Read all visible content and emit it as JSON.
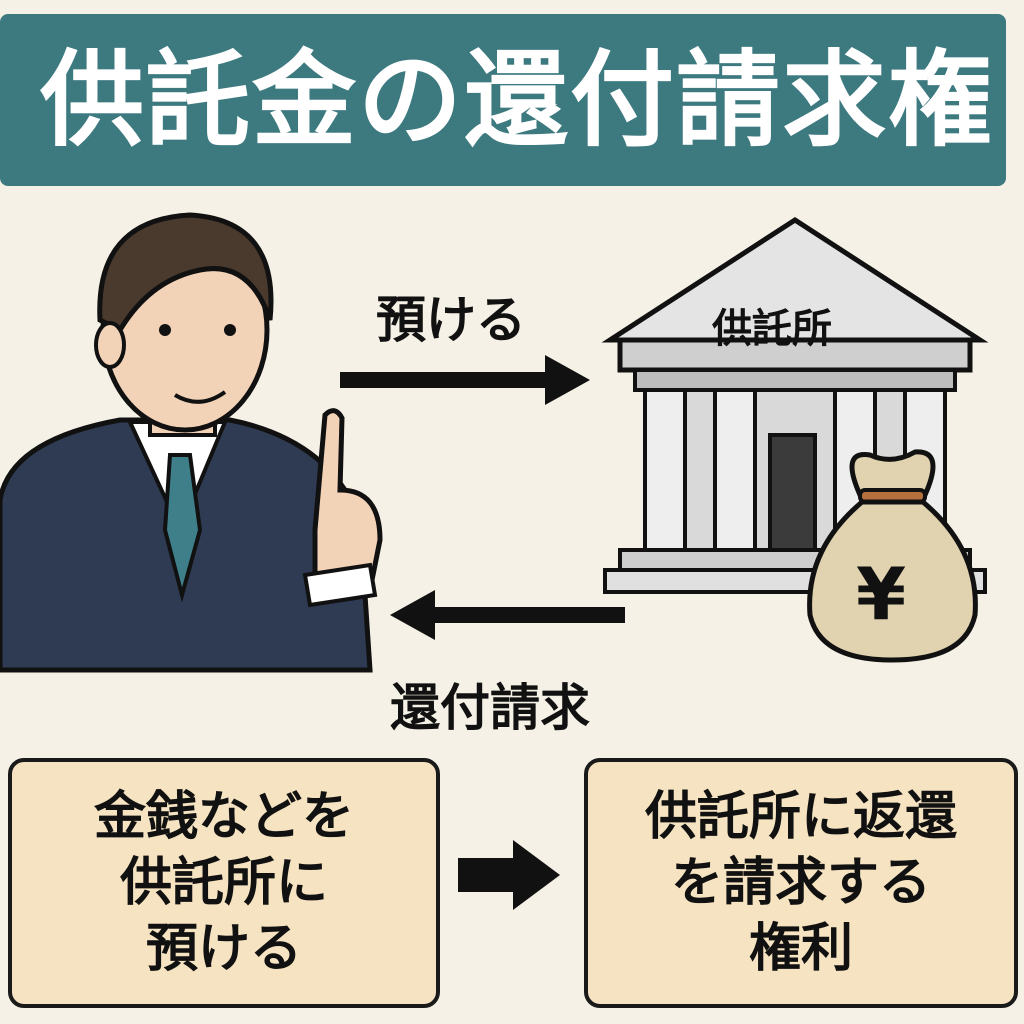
{
  "title": "供託金の還付請求権",
  "arrow_top_label": "預ける",
  "arrow_bottom_label": "還付請求",
  "bank_sign": "供託所",
  "money_bag_symbol": "¥",
  "box_left": {
    "lines": [
      "金銭などを",
      "供託所に",
      "預ける"
    ]
  },
  "box_right": {
    "lines": [
      "供託所に返還",
      "を請求する",
      "権利"
    ]
  },
  "colors": {
    "banner": "#3d7a80",
    "background": "#f6f1e6",
    "box": "#f5e3c1",
    "suit": "#2f3b52",
    "tie": "#3f7f8a"
  }
}
